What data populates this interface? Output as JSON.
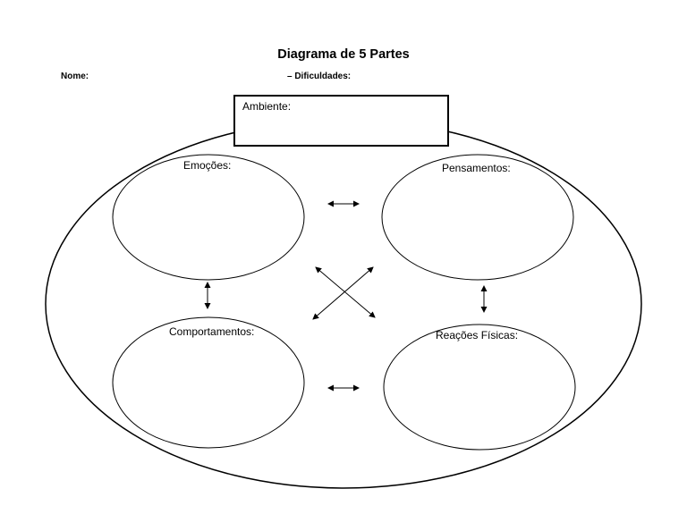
{
  "title": "Diagrama de 5 Partes",
  "header": {
    "nome_label": "Nome:",
    "dificuldades_label": "– Dificuldades:"
  },
  "ambiente": {
    "label": "Ambiente:"
  },
  "parts": {
    "emocoes": "Emoções:",
    "pensamentos": "Pensamentos:",
    "comportamentos": "Comportamentos:",
    "reacoes_fisicas": "Reações Físicas:"
  }
}
